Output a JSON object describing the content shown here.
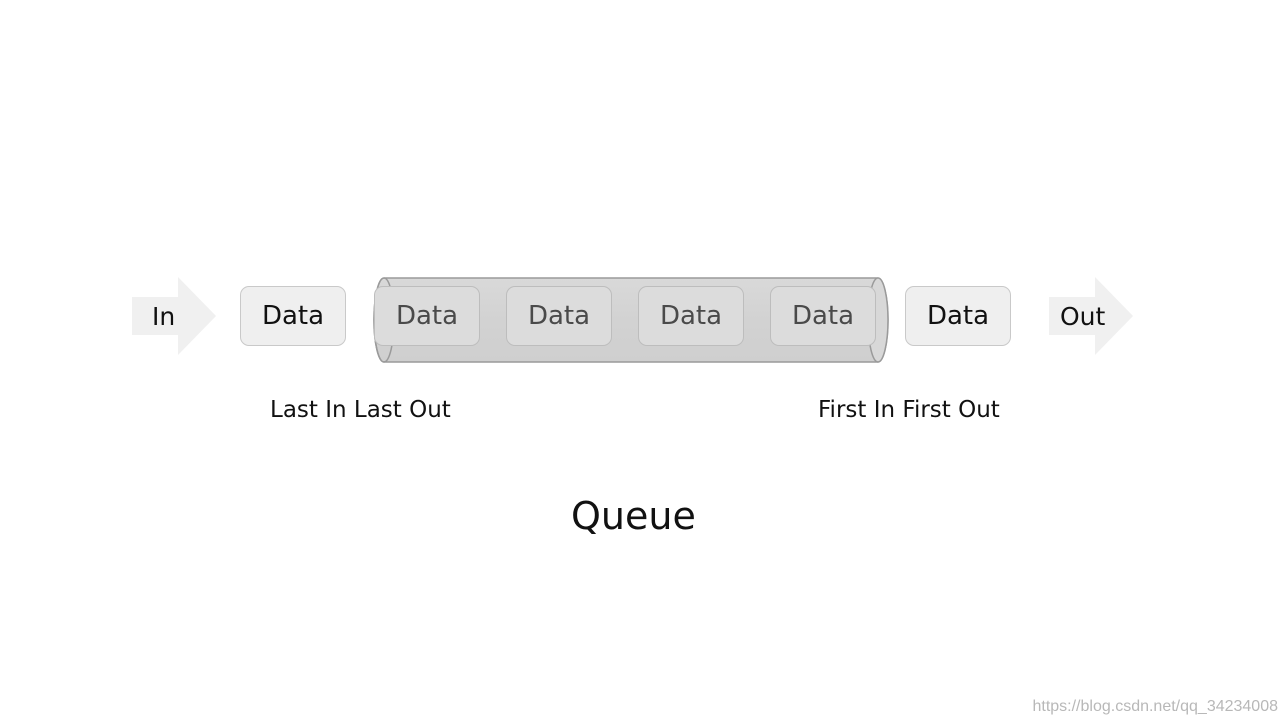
{
  "diagram": {
    "in_label": "In",
    "out_label": "Out",
    "entering_item": "Data",
    "queued_items": [
      "Data",
      "Data",
      "Data",
      "Data"
    ],
    "exiting_item": "Data",
    "left_caption": "Last In Last Out",
    "right_caption": "First In First Out",
    "title": "Queue"
  },
  "colors": {
    "arrow_fill": "#f0f0f0",
    "box_fill": "#efefef",
    "inner_box_fill": "#dcdcdc",
    "tube_fill": "#d6d6d6"
  },
  "watermark": "https://blog.csdn.net/qq_34234008"
}
